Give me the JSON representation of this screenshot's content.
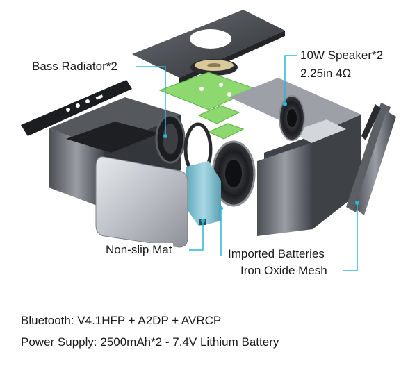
{
  "callouts": {
    "bass_radiator": "Bass Radiator*2",
    "speaker_line1": "10W Speaker*2",
    "speaker_line2": "2.25in 4Ω",
    "non_slip_mat": "Non-slip Mat",
    "imported_batteries": "Imported Batteries",
    "iron_oxide_mesh": "Iron Oxide Mesh"
  },
  "specs": {
    "bluetooth": "Bluetooth: V4.1HFP + A2DP + AVRCP",
    "power_supply": "Power Supply: 2500mAh*2 - 7.4V Lithium Battery"
  },
  "colors": {
    "leader_line": "#2bb6d9",
    "pcb": "#8ed96f",
    "battery": "#8ec6d4",
    "metal_dark": "#3a3d42",
    "metal_light": "#c9ccd1"
  }
}
